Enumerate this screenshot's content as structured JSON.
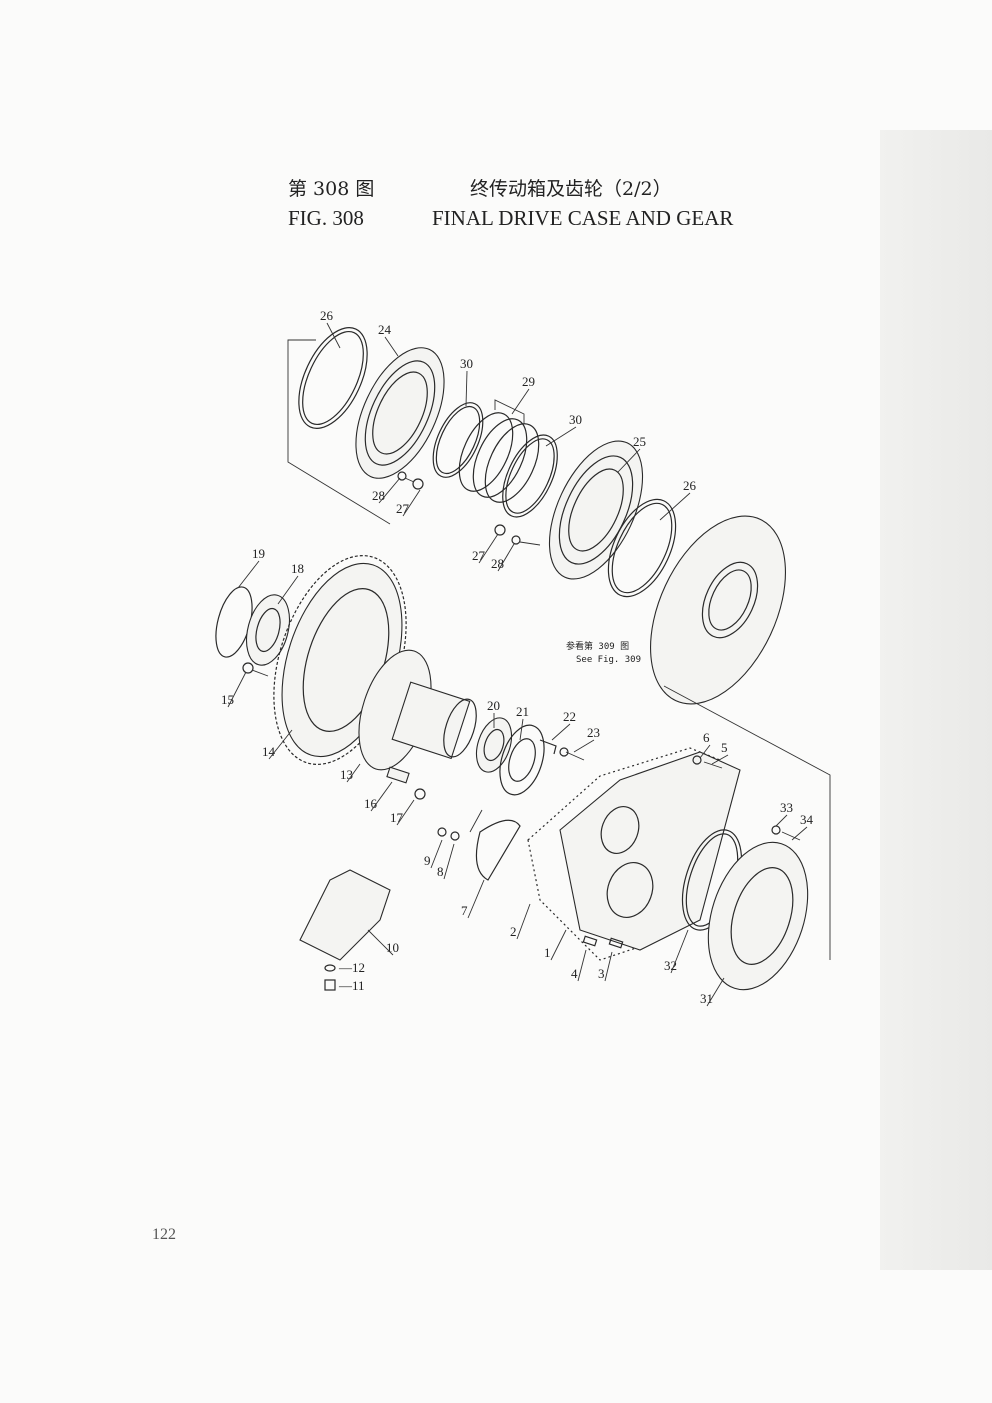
{
  "header": {
    "figure_cn": "第 308 图",
    "title_cn": "终传动箱及齿轮（2/2）",
    "figure_en": "FIG. 308",
    "title_en": "FINAL DRIVE CASE AND GEAR"
  },
  "page_number": "122",
  "reference_note": {
    "cn": "参看第 309 图",
    "en": "See Fig. 309"
  },
  "part_labels": [
    "26",
    "24",
    "30",
    "29",
    "30",
    "25",
    "26",
    "28",
    "27",
    "27",
    "28",
    "19",
    "18",
    "15",
    "14",
    "13",
    "20",
    "21",
    "22",
    "23",
    "16",
    "17",
    "6",
    "5",
    "33",
    "34",
    "9",
    "8",
    "7",
    "2",
    "1",
    "4",
    "3",
    "32",
    "31",
    "10",
    "12",
    "11"
  ]
}
